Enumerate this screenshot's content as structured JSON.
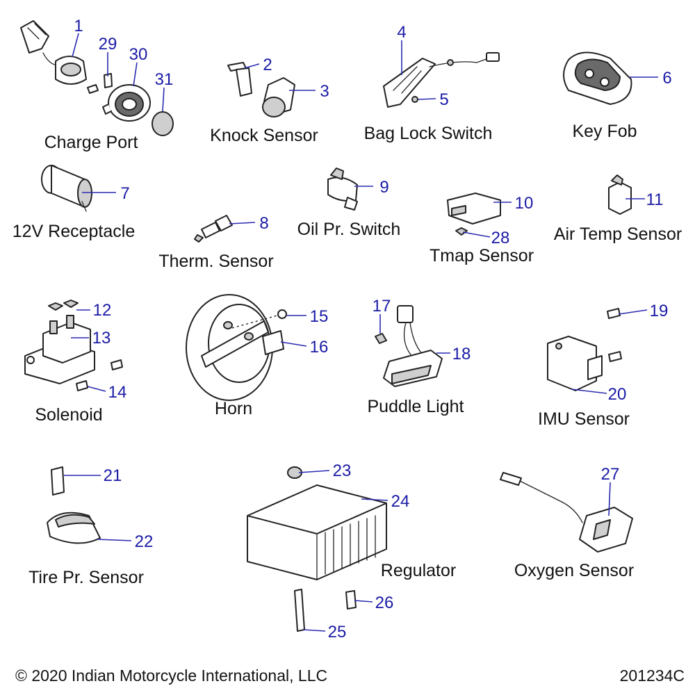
{
  "parts": [
    {
      "id": "charge-port",
      "label": "Charge Port"
    },
    {
      "id": "knock-sensor",
      "label": "Knock Sensor"
    },
    {
      "id": "bag-lock-switch",
      "label": "Bag Lock Switch"
    },
    {
      "id": "key-fob",
      "label": "Key Fob"
    },
    {
      "id": "12v-receptacle",
      "label": "12V Receptacle"
    },
    {
      "id": "therm-sensor",
      "label": "Therm. Sensor"
    },
    {
      "id": "oil-pr-switch",
      "label": "Oil Pr. Switch"
    },
    {
      "id": "tmap-sensor",
      "label": "Tmap Sensor"
    },
    {
      "id": "air-temp-sensor",
      "label": "Air Temp Sensor"
    },
    {
      "id": "solenoid",
      "label": "Solenoid"
    },
    {
      "id": "horn",
      "label": "Horn"
    },
    {
      "id": "puddle-light",
      "label": "Puddle Light"
    },
    {
      "id": "imu-sensor",
      "label": "IMU Sensor"
    },
    {
      "id": "tire-pr-sensor",
      "label": "Tire Pr. Sensor"
    },
    {
      "id": "regulator",
      "label": "Regulator"
    },
    {
      "id": "oxygen-sensor",
      "label": "Oxygen Sensor"
    }
  ],
  "callouts": [
    "1",
    "2",
    "3",
    "4",
    "5",
    "6",
    "7",
    "8",
    "9",
    "10",
    "11",
    "12",
    "13",
    "14",
    "15",
    "16",
    "17",
    "18",
    "19",
    "20",
    "21",
    "22",
    "23",
    "24",
    "25",
    "26",
    "27",
    "28",
    "29",
    "30",
    "31"
  ],
  "footer": {
    "copyright": "© 2020 Indian Motorcycle International, LLC",
    "diagram_number": "201234C"
  },
  "colors": {
    "callout": "#1a1aa6",
    "leader": "#2a2ab0",
    "text": "#111111"
  }
}
